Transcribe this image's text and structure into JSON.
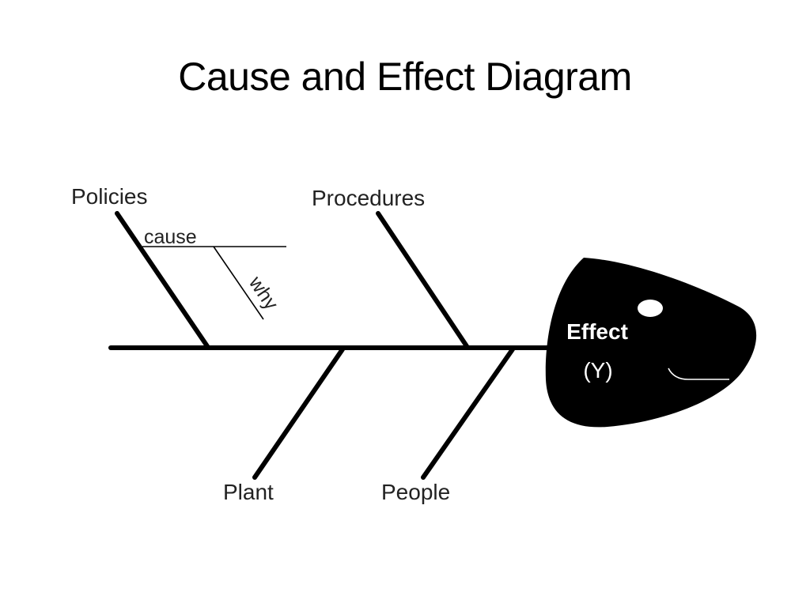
{
  "slide": {
    "title": "Cause and Effect Diagram"
  },
  "diagram": {
    "categories": {
      "top_left": "Policies",
      "top_right": "Procedures",
      "bottom_left": "Plant",
      "bottom_right": "People"
    },
    "sub_cause": {
      "cause_label": "cause",
      "why_label": "why"
    },
    "effect": {
      "label": "Effect",
      "variable": "(Y)"
    },
    "colors": {
      "line": "#000000",
      "head_fill": "#000000",
      "head_text": "#ffffff",
      "background": "#ffffff"
    }
  }
}
